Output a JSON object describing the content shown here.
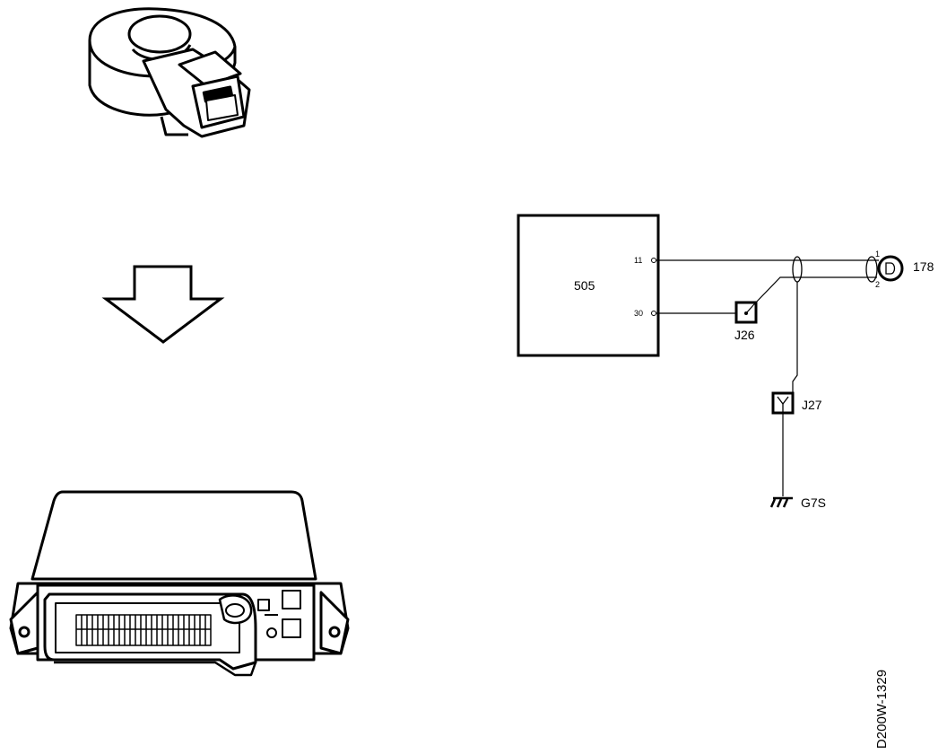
{
  "components": {
    "control_unit": {
      "label": "505"
    },
    "sensor": {
      "label": "178",
      "pin1": "1",
      "pin2": "2"
    },
    "junction_a": {
      "label": "J26"
    },
    "junction_b": {
      "label": "J27"
    },
    "ground": {
      "label": "G7S"
    }
  },
  "pins": {
    "pin_11": "11",
    "pin_30": "30"
  },
  "reference_code": "D200W-1329",
  "illustrations": {
    "top": "knock-sensor-illustration",
    "arrow": "down-arrow",
    "bottom": "ecu-module-illustration"
  },
  "colors": {
    "line": "#000000",
    "background": "#ffffff"
  }
}
